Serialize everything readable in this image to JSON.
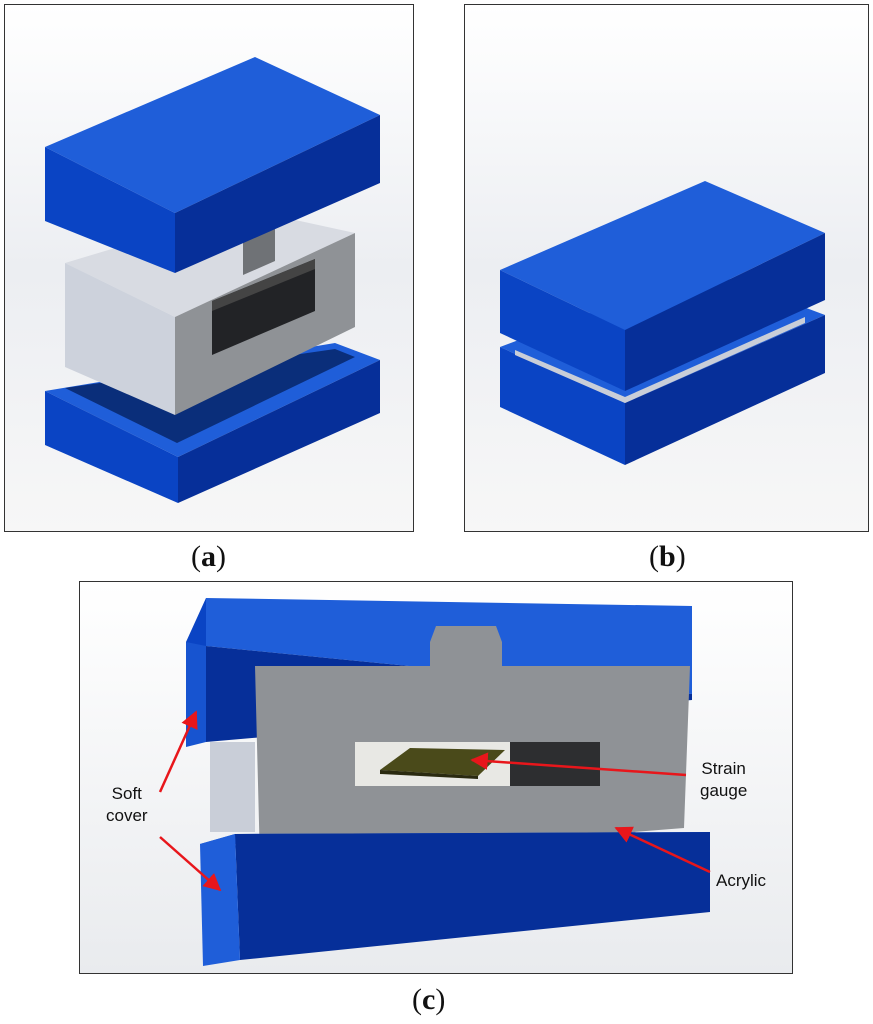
{
  "captions": {
    "a": {
      "open": "(",
      "letter": "a",
      "close": ")"
    },
    "b": {
      "open": "(",
      "letter": "b",
      "close": ")"
    },
    "c": {
      "open": "(",
      "letter": "c",
      "close": ")"
    }
  },
  "labels": {
    "soft_cover_line1": "Soft",
    "soft_cover_line2": "cover",
    "strain_gauge_line1": "Strain",
    "strain_gauge_line2": "gauge",
    "acrylic": "Acrylic"
  },
  "colors": {
    "cover_top": "#1f5ed9",
    "cover_front": "#0a44c4",
    "cover_side": "#062f99",
    "acrylic_front": "#8f9296",
    "acrylic_side": "#c9ced8",
    "arrow": "#e8161b",
    "gauge": "#4a4a1a"
  }
}
